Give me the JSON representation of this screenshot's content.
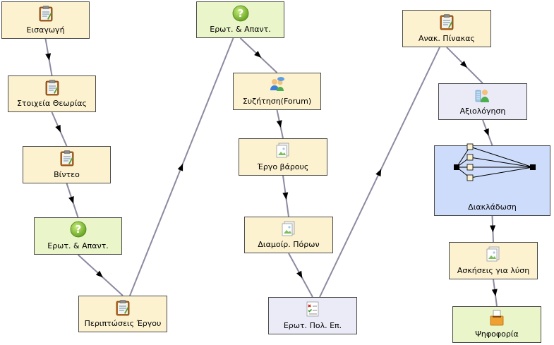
{
  "colors": {
    "yellow": "#fdf2d0",
    "green": "#eaf5c9",
    "lavender": "#ebebf7",
    "blue": "#cddcfa",
    "edge": "#8c8aa0"
  },
  "nodes": [
    {
      "id": "n1",
      "label": "Εισαγωγή",
      "icon": "clipboard-icon"
    },
    {
      "id": "n2",
      "label": "Στοιχεία Θεωρίας",
      "icon": "clipboard-icon"
    },
    {
      "id": "n3",
      "label": "Βίντεο",
      "icon": "clipboard-icon"
    },
    {
      "id": "n4",
      "label": "Ερωτ. & Απαντ.",
      "icon": "question-icon"
    },
    {
      "id": "n5",
      "label": "Περιπτώσεις Έργου",
      "icon": "clipboard-icon"
    },
    {
      "id": "n6",
      "label": "Ερωτ. & Απαντ.",
      "icon": "question-icon"
    },
    {
      "id": "n7",
      "label": "Συζήτηση(Forum)",
      "icon": "forum-users-icon"
    },
    {
      "id": "n8",
      "label": "Έργο βάρους",
      "icon": "document-image-icon"
    },
    {
      "id": "n9",
      "label": "Διαμοίρ. Πόρων",
      "icon": "document-image-icon"
    },
    {
      "id": "n10",
      "label": "Ερωτ. Πολ. Επ.",
      "icon": "checklist-icon"
    },
    {
      "id": "n11",
      "label": "Ανακ. Πίνακας",
      "icon": "clipboard-icon"
    },
    {
      "id": "n12",
      "label": "Αξιολόγηση",
      "icon": "grading-user-icon"
    },
    {
      "id": "n13",
      "label": "Διακλάδωση",
      "icon": "branching-icon"
    },
    {
      "id": "n14",
      "label": "Ασκήσεις για λύση",
      "icon": "document-image-icon"
    },
    {
      "id": "n15",
      "label": "Ψηφοφορία",
      "icon": "ballot-box-icon"
    }
  ]
}
